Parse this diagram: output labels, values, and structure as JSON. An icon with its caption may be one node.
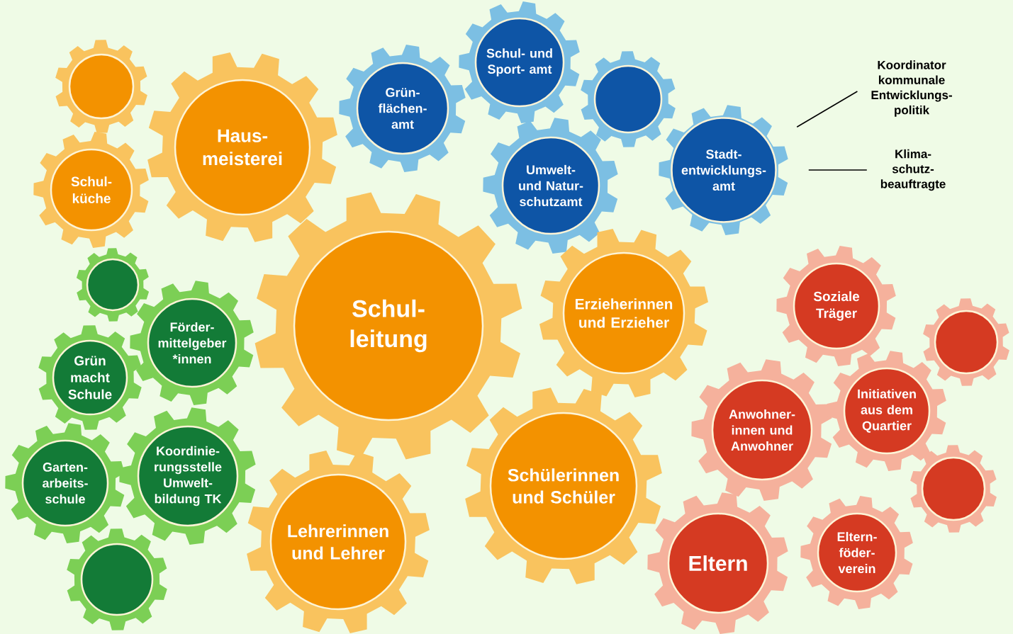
{
  "diagram": {
    "nodes": [
      {
        "text": [
          "Haus- meisterei"
        ]
      },
      {
        "text": [],
        "shape": "gear"
      },
      {
        "text": [
          "Schul- küche"
        ]
      },
      {
        "text": [
          "Grün- flächen- amt"
        ]
      },
      {
        "text": [
          "Schul- und Sport- amt"
        ]
      },
      {
        "text": [],
        "shape": "gear"
      },
      {
        "text": [
          "Umwelt- und Natur- schutzamt"
        ]
      },
      {
        "text": [
          "Stadt- entwicklungs- amt"
        ]
      },
      {
        "text": [
          "Koordinator kommunale Entwicklungs- politik"
        ]
      },
      {
        "text": [
          "Klima- schutz- beauftragte"
        ]
      },
      {
        "text": [],
        "shape": "gear"
      },
      {
        "text": [
          "Förder- mittelgeber *innen"
        ]
      },
      {
        "text": [
          "Grün macht Schule"
        ]
      },
      {
        "text": [
          "Garten- arbeits- schule"
        ]
      },
      {
        "text": [
          "Koordinie- rungsstelle Umwelt- bildung TK"
        ]
      },
      {
        "text": [],
        "shape": "gear"
      },
      {
        "text": [
          "Schul- leitung"
        ]
      },
      {
        "text": [
          "Erzieherinnen und Erzieher"
        ]
      },
      {
        "text": [
          "Schülerinnen und Schüler"
        ]
      },
      {
        "text": [
          "Lehrerinnen und Lehrer"
        ]
      },
      {
        "text": [
          "Soziale Träger"
        ]
      },
      {
        "text": [],
        "shape": "gear"
      },
      {
        "text": [
          "Anwohner- innen und Anwohner"
        ]
      },
      {
        "text": [
          "Initiativen aus dem Quartier"
        ]
      },
      {
        "text": [],
        "shape": "gear"
      },
      {
        "text": [
          "Eltern"
        ]
      },
      {
        "text": [
          "Eltern- föder- verein"
        ]
      }
    ],
    "edges": [
      {
        "from": 8,
        "to": 7,
        "arrow": "none"
      },
      {
        "from": 9,
        "to": 7,
        "arrow": "none"
      }
    ]
  }
}
